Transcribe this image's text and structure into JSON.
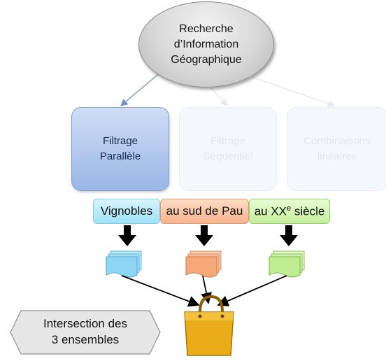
{
  "root": {
    "label": "Recherche\nd’Information\nGéographique"
  },
  "methods": [
    {
      "label": "Filtrage\nParallèle",
      "state": "active",
      "color": "#9ab6e6"
    },
    {
      "label": "Filtrage\nSéquentiel",
      "state": "faded"
    },
    {
      "label": "Combinaisons\nlinéaires",
      "state": "faded"
    }
  ],
  "criteria": [
    {
      "label": "Vignobles",
      "color": "#9fe1f7"
    },
    {
      "label": "au sud de Pau",
      "color": "#f6b38c"
    },
    {
      "label_main": "au XX",
      "label_sup": "e",
      "label_tail": " siècle",
      "color": "#c4ef9b"
    }
  ],
  "result": {
    "label": "Intersection des\n3 ensembles",
    "icon": "shopping-bag-icon"
  }
}
